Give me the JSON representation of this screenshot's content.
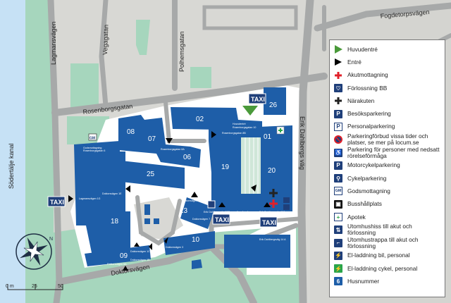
{
  "streets": {
    "lagmansvagen": "Lagmansvägen",
    "vegagatan": "Vegagatan",
    "polhemsgatan": "Polhemsgatan",
    "rosenborgsgatan": "Rosenborgsgatan",
    "fogdetorpsvagen": "Fogdetorpsvägen",
    "erik_dahlbergs_vag": "Erik Dahlbergs väg",
    "doktorsvagen": "Doktorsvägen",
    "sodertalje_kanal": "Södertälje kanal"
  },
  "buildings": [
    "08",
    "07",
    "06",
    "25",
    "02",
    "26",
    "01",
    "19",
    "20",
    "13",
    "10",
    "18",
    "09"
  ],
  "addresses": {
    "godsmottagning": [
      "Godsmottagning",
      "Rosenborgsgatan 6"
    ],
    "rosenborg_8a": "Rosenborgsgatan 8A",
    "huvudentre": [
      "Huvudentré",
      "Rosenborgsgatan 10"
    ],
    "rosenborg_8b": "Rosenborgsgatan 8B",
    "doktor_1e": "Doktorsvägen 1E",
    "lagman_1g": "Lagmansvägen 1G",
    "doktor_8": "Doktorsvägen 8",
    "doktor_7": "Doktorsvägen 7",
    "doktor_3": "Doktorsvägen 3",
    "doktor_1c": "Doktorsvägen 1C",
    "doktor_5a": "Doktorsvägen 5A",
    "doktor_1b": "Doktorsvägen 1B",
    "erik_16c": "Erik Dahlbergsväg 16C",
    "erik_16a": "Erik Dahlbergsväg 16A",
    "erik_14a": "Erik Dahlbergsväg 14 A",
    "ambulans": [
      "Ambulans-",
      "intag"
    ]
  },
  "taxi_label": "TAXI",
  "gm_label": "GM",
  "scale": {
    "labels": [
      "0 m",
      "25",
      "50"
    ]
  },
  "compass_north": "N",
  "legend": [
    {
      "icon": "main-entrance-icon",
      "label": "Huvudentré",
      "color": "#4a9a3a"
    },
    {
      "icon": "entrance-icon",
      "label": "Entré"
    },
    {
      "icon": "emergency-icon",
      "label": "Akutmottagning",
      "color": "#e0202a"
    },
    {
      "icon": "maternity-icon",
      "label": "Förlossning BB"
    },
    {
      "icon": "urgent-care-icon",
      "label": "Närakuten"
    },
    {
      "icon": "visitor-parking-icon",
      "label": "Besöksparkering"
    },
    {
      "icon": "staff-parking-icon",
      "label": "Personalparkering"
    },
    {
      "icon": "no-parking-icon",
      "label": "Parkeringförbud vissa tider och platser, se mer på locum.se"
    },
    {
      "icon": "accessible-parking-icon",
      "label": "Parkering för personer med nedsatt rörelseförmåga"
    },
    {
      "icon": "motorcycle-parking-icon",
      "label": "Motorcykelparkering"
    },
    {
      "icon": "bicycle-parking-icon",
      "label": "Cykelparkering"
    },
    {
      "icon": "goods-reception-icon",
      "label": "Godsmottagning"
    },
    {
      "icon": "bus-stop-icon",
      "label": "Busshållplats"
    },
    {
      "icon": "pharmacy-icon",
      "label": "Apotek"
    },
    {
      "icon": "outdoor-elevator-icon",
      "label": "Utomhushiss till akut och förlossning"
    },
    {
      "icon": "outdoor-stairs-icon",
      "label": "Utomhustrappa till akut och förlossning"
    },
    {
      "icon": "ev-charging-car-icon",
      "label": "El-laddning bil, personal"
    },
    {
      "icon": "ev-charging-bike-icon",
      "label": "El-laddning cykel, personal"
    },
    {
      "icon": "house-number-icon",
      "label": "Husnummer",
      "sample": "6"
    }
  ],
  "colors": {
    "building": "#1e5ea8",
    "water": "#c6e1f5",
    "grass": "#a6d6bd",
    "land": "#d8d8d4",
    "road": "#a7a9a9"
  }
}
